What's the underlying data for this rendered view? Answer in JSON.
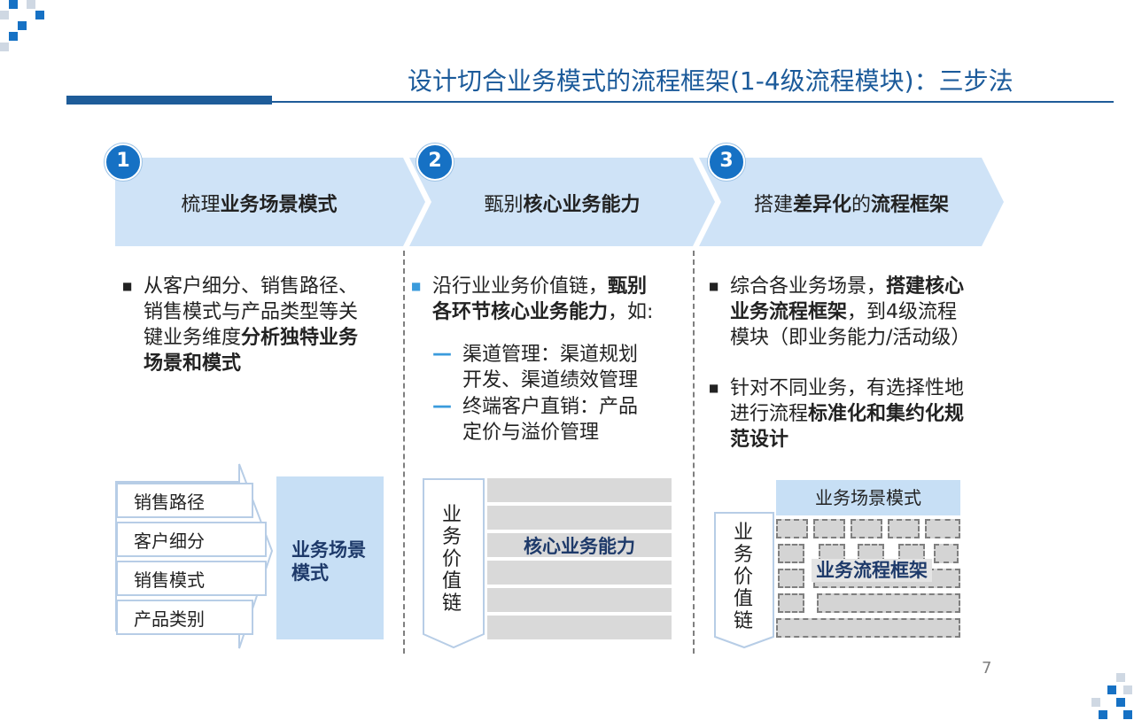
{
  "title": "设计切合业务模式的流程框架(1-4级流程模块)：三步法",
  "page_number": "7",
  "colors": {
    "accent": "#1671c4",
    "title": "#1b5a9a",
    "banner": "#cfe3f7",
    "panel": "#c7dff5",
    "grey": "#d9d9d9"
  },
  "steps": [
    {
      "num": "1",
      "pre": "梳理",
      "bold": "业务场景模式",
      "post": ""
    },
    {
      "num": "2",
      "pre": "甄别",
      "bold": "核心业务能力",
      "post": ""
    },
    {
      "num": "3",
      "pre": "搭建",
      "bold1": "差异化",
      "mid": "的",
      "bold2": "流程框架"
    }
  ],
  "col1": {
    "bullet": {
      "line1": "从客户细分、销售路径、",
      "line2": "销售模式与产品类型等关",
      "line3a": "键业务维度",
      "line3b": "分析独特业务",
      "line4": "场景和模式"
    },
    "items": [
      "销售路径",
      "客户细分",
      "销售模式",
      "产品类别"
    ],
    "panel": {
      "line1": "业务场景",
      "line2": "模式"
    }
  },
  "col2": {
    "bullet": {
      "line1a": "沿行业业务价值链，",
      "line1b": "甄别",
      "line2a": "各环节核心业务能力",
      "line2b": "，如:"
    },
    "subs": [
      {
        "line1": "渠道管理：渠道规划",
        "line2": "开发、渠道绩效管理"
      },
      {
        "line1": "终端客户直销：产品",
        "line2": "定价与溢价管理"
      }
    ],
    "chain": [
      "业",
      "务",
      "价",
      "值",
      "链"
    ],
    "grid_label": "核心业务能力"
  },
  "col3": {
    "bullet1": {
      "line1a": "综合各业务场景，",
      "line1b": "搭建核心",
      "line2a": "业务流程框架",
      "line2b": "，到4级流程",
      "line3": "模块（即业务能力/活动级）"
    },
    "bullet2": {
      "line1": "针对不同业务，有选择性地",
      "line2a": "进行流程",
      "line2b": "标准化和集约化规",
      "line3": "范设计"
    },
    "top_label": "业务场景模式",
    "chain": [
      "业",
      "务",
      "价",
      "值",
      "链"
    ],
    "grid_label": "业务流程框架"
  }
}
